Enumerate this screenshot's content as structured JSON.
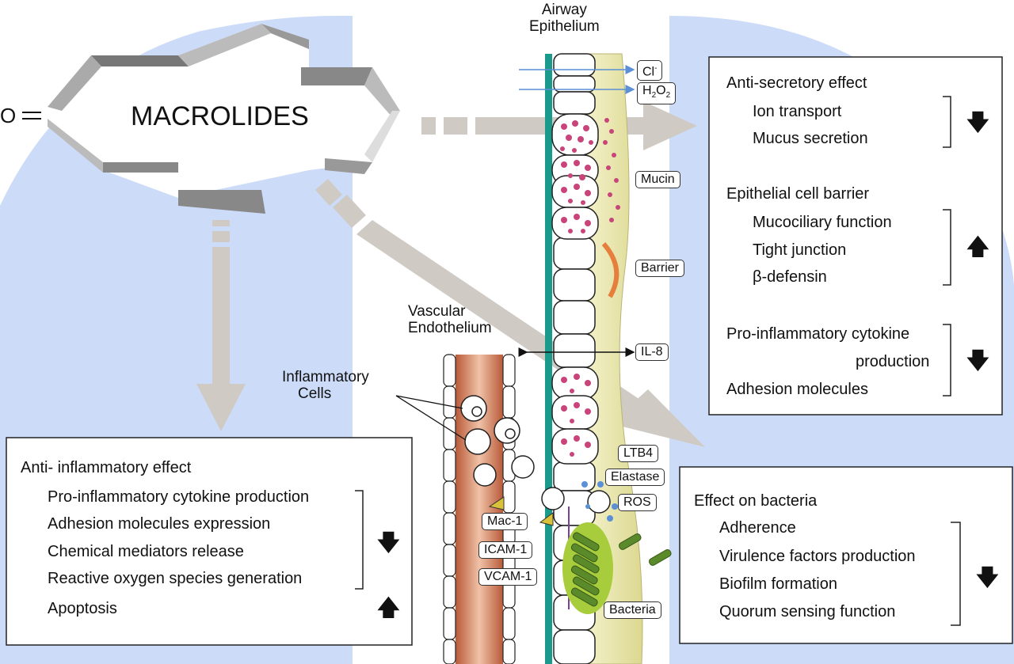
{
  "labels": {
    "airway_epithelium": [
      "Airway",
      "Epithelium"
    ],
    "vascular_endothelium": [
      "Vascular",
      "Endothelium"
    ],
    "inflammatory_cells": [
      "Inflammatory",
      "Cells"
    ],
    "macrolides": "MACROLIDES",
    "carbonyl": "O",
    "chloride": "Cl",
    "chloride_sup": "-",
    "h2o2_h": "H",
    "h2o2_sub1": "2",
    "h2o2_o": "O",
    "h2o2_sub2": "2",
    "mucin": "Mucin",
    "barrier": "Barrier",
    "il8": "IL-8",
    "ltb4": "LTB4",
    "elastase": "Elastase",
    "ros": "ROS",
    "mac1": "Mac-1",
    "icam1": "ICAM-1",
    "vcam1": "VCAM-1",
    "bacteria": "Bacteria"
  },
  "boxes": {
    "secretory": {
      "heading": "Anti-secretory effect",
      "items": [
        "Ion transport",
        "Mucus secretion"
      ],
      "direction": "down"
    },
    "barrier": {
      "heading": "Epithelial cell barrier",
      "items": [
        "Mucociliary function",
        "Tight junction",
        "β-defensin"
      ],
      "direction": "up"
    },
    "cytokine": {
      "line1": "Pro-inflammatory cytokine",
      "line2": "production",
      "line3": "Adhesion molecules",
      "direction": "down"
    },
    "anti_inflammatory": {
      "heading": "Anti- inflammatory effect",
      "items": [
        "Pro-inflammatory cytokine production",
        "Adhesion molecules expression",
        "Chemical mediators release",
        "Reactive oxygen species generation"
      ],
      "extra": "Apoptosis",
      "direction_items": "down",
      "direction_extra": "up"
    },
    "bacteria": {
      "heading": "Effect on bacteria",
      "items": [
        "Adherence",
        "Virulence factors production",
        "Biofilm formation",
        "Quorum sensing function"
      ],
      "direction": "down"
    }
  },
  "colors": {
    "background_blue": "#ccdcf8",
    "arrow_gray": "#cfcac4",
    "epithelium_teal": "#1a9a8a",
    "mucus_yellow": "#ece9b4",
    "vessel_brown": "#c9714f",
    "mucin_pink": "#c8447a",
    "barrier_orange": "#e67e3c",
    "bacteria_green": "#5a8a2a",
    "biofilm_green": "#a7cc3c",
    "ion_arrow_blue": "#5b8fd6"
  },
  "icons": {
    "arrow_up": "up-arrow-icon",
    "arrow_down": "down-arrow-icon"
  }
}
